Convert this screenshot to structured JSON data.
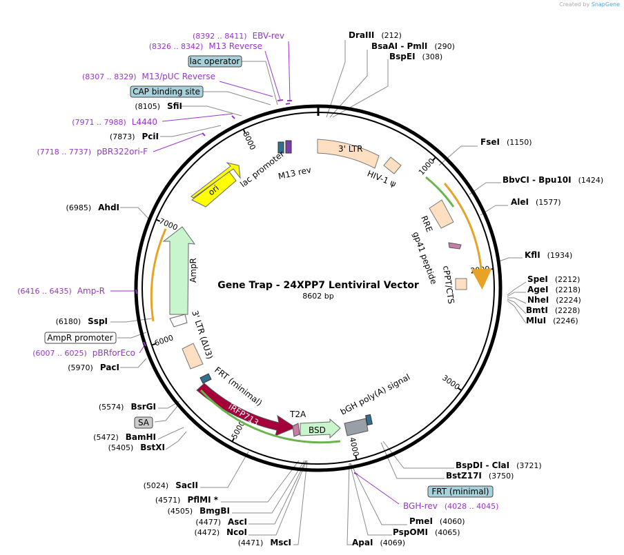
{
  "watermark": {
    "prefix": "Created by",
    "brand": "SnapGene"
  },
  "map": {
    "name": "Gene Trap - 24XPP7 Lentiviral Vector",
    "size_label": "8602 bp",
    "length": 8602,
    "ticks": [
      "1000",
      "2000",
      "3000",
      "4000",
      "5000",
      "6000",
      "7000",
      "8000"
    ]
  },
  "colors": {
    "site_text": "#000000",
    "primer": "#9933cc",
    "feature_box_fill": "#a7d1db",
    "gray_box_fill": "#cccccc",
    "white_box_fill": "#ffffff",
    "ltr": "#ffdfc1",
    "ori": "#ffff00",
    "ampr": "#c9f5cc",
    "irfp713": "#a6003b",
    "bsd": "#c9f5cc",
    "t2a": "#c77fa6",
    "polya": "#999fa6",
    "promoter": "#ffffff",
    "orf_orange": "#e8a225",
    "orf_green": "#6ab54a"
  },
  "sites": [
    {
      "enzyme": "DraIII",
      "pos": "(212)"
    },
    {
      "enzyme": "BsaAI  - PmlI",
      "pos": "(290)"
    },
    {
      "enzyme": "BspEI",
      "pos": "(308)"
    },
    {
      "enzyme": "FseI",
      "pos": "(1150)"
    },
    {
      "enzyme": "BbvCI  - Bpu10I",
      "pos": "(1424)"
    },
    {
      "enzyme": "AleI",
      "pos": "(1577)"
    },
    {
      "enzyme": "KflI",
      "pos": "(1934)"
    },
    {
      "enzyme": "SpeI",
      "pos": "(2212)"
    },
    {
      "enzyme": "AgeI",
      "pos": "(2218)"
    },
    {
      "enzyme": "NheI",
      "pos": "(2224)"
    },
    {
      "enzyme": "BmtI",
      "pos": "(2228)"
    },
    {
      "enzyme": "MluI",
      "pos": "(2246)"
    },
    {
      "enzyme": "BspDI  - ClaI",
      "pos": "(3721)"
    },
    {
      "enzyme": "BstZ17I",
      "pos": "(3750)"
    },
    {
      "enzyme": "PmeI",
      "pos": "(4060)"
    },
    {
      "enzyme": "PspOMI",
      "pos": "(4065)"
    },
    {
      "enzyme": "ApaI",
      "pos": "(4069)"
    },
    {
      "enzyme": "MscI",
      "pos": "(4471)"
    },
    {
      "enzyme": "NcoI",
      "pos": "(4472)"
    },
    {
      "enzyme": "AscI",
      "pos": "(4477)"
    },
    {
      "enzyme": "BmgBI",
      "pos": "(4505)"
    },
    {
      "enzyme": "PflMI *",
      "pos": "(4571)"
    },
    {
      "enzyme": "SacII",
      "pos": "(5024)"
    },
    {
      "enzyme": "BstXI",
      "pos": "(5405)"
    },
    {
      "enzyme": "BamHI",
      "pos": "(5472)"
    },
    {
      "enzyme": "BsrGI",
      "pos": "(5574)"
    },
    {
      "enzyme": "PacI",
      "pos": "(5970)"
    },
    {
      "enzyme": "SspI",
      "pos": "(6180)"
    },
    {
      "enzyme": "AhdI",
      "pos": "(6985)"
    },
    {
      "enzyme": "PciI",
      "pos": "(7873)"
    },
    {
      "enzyme": "SfiI",
      "pos": "(8105)"
    }
  ],
  "primers": [
    {
      "range": "(8392 .. 8411)",
      "name": "EBV-rev"
    },
    {
      "range": "(8326 .. 8342)",
      "name": "M13 Reverse"
    },
    {
      "range": "(8307 .. 8329)",
      "name": "M13/pUC Reverse"
    },
    {
      "range": "(7971 .. 7988)",
      "name": "L4440"
    },
    {
      "range": "(7718 .. 7737)",
      "name": "pBR322ori-F"
    },
    {
      "range": "(6416 .. 6435)",
      "name": "Amp-R"
    },
    {
      "range": "(6007 .. 6025)",
      "name": "pBRforEco"
    },
    {
      "range": "(4028 .. 4045)",
      "name": "BGH-rev"
    }
  ],
  "boxed_labels": [
    "lac operator",
    "CAP binding site",
    "AmpR promoter",
    "SA",
    "FRT (minimal)"
  ],
  "features": {
    "ltr3": "3' LTR",
    "hiv_psi": "HIV-1 ψ",
    "rre": "RRE",
    "gp41": "gp41 peptide",
    "cppt": "cPPT/CTS",
    "lac_promoter": "lac promoter",
    "m13_rev": "M13 rev",
    "ori": "ori",
    "ampr": "AmpR",
    "ltr_du3": "3' LTR (ΔU3)",
    "frt_minimal": "FRT (minimal)",
    "irfp713": "iRFP713",
    "t2a": "T2A",
    "bsd": "BSD",
    "bgh": "bGH poly(A) signal"
  }
}
